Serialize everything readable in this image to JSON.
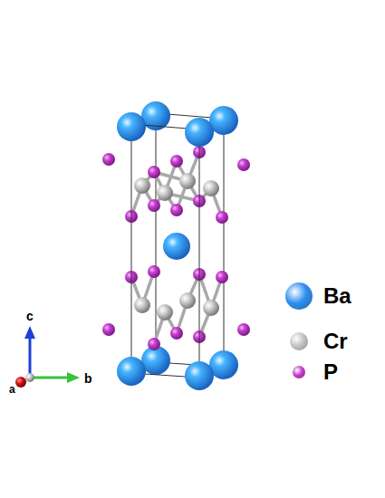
{
  "diagram": {
    "labels": [
      "c",
      "b",
      "a"
    ],
    "legend": [
      {
        "text": "Ba",
        "color": "#2f8ff0"
      },
      {
        "text": "Cr",
        "color": "#c4c4c4"
      },
      {
        "text": "P",
        "color": "#c23ac8"
      }
    ]
  }
}
